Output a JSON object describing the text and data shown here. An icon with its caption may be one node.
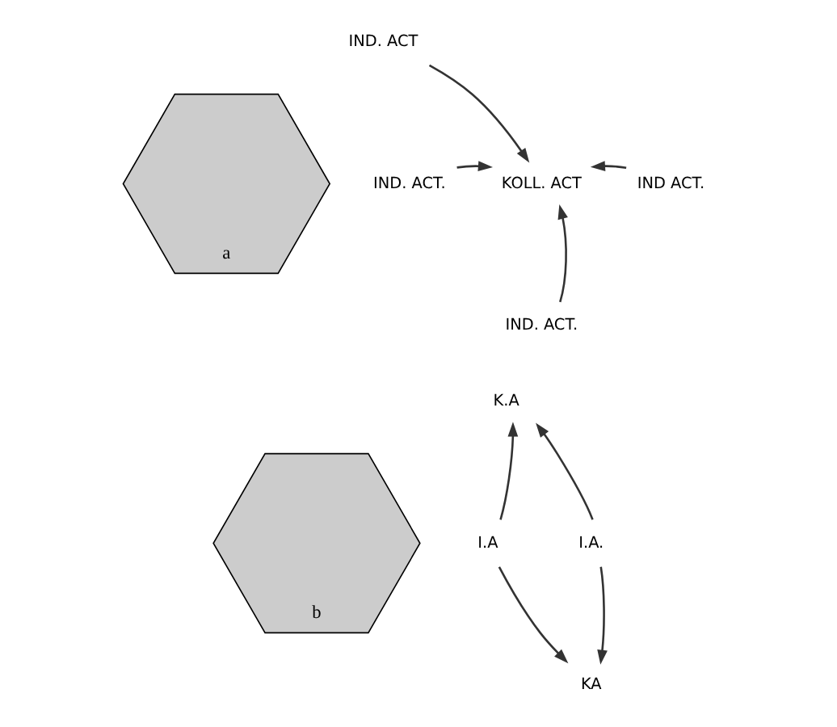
{
  "diagram": {
    "nodes": [
      {
        "text": [
          "a"
        ]
      },
      {
        "text": [
          "IND. ACT"
        ]
      },
      {
        "text": [
          "IND. ACT."
        ]
      },
      {
        "text": [
          "KOLL. ACT"
        ]
      },
      {
        "text": [
          "IND ACT."
        ]
      },
      {
        "text": [
          "IND. ACT."
        ]
      },
      {
        "text": [
          "b"
        ]
      },
      {
        "text": [
          "K.A"
        ]
      },
      {
        "text": [
          "I.A"
        ]
      },
      {
        "text": [
          "I.A."
        ]
      },
      {
        "text": [
          "KA"
        ]
      }
    ],
    "edges": [
      {
        "from": 1,
        "to": 3,
        "arrow": "to"
      },
      {
        "from": 2,
        "to": 3,
        "arrow": "to"
      },
      {
        "from": 4,
        "to": 3,
        "arrow": "to"
      },
      {
        "from": 5,
        "to": 3,
        "arrow": "to"
      },
      {
        "from": 8,
        "to": 7,
        "arrow": "to"
      },
      {
        "from": 9,
        "to": 7,
        "arrow": "to"
      },
      {
        "from": 8,
        "to": 10,
        "arrow": "to"
      },
      {
        "from": 9,
        "to": 10,
        "arrow": "to"
      }
    ]
  }
}
